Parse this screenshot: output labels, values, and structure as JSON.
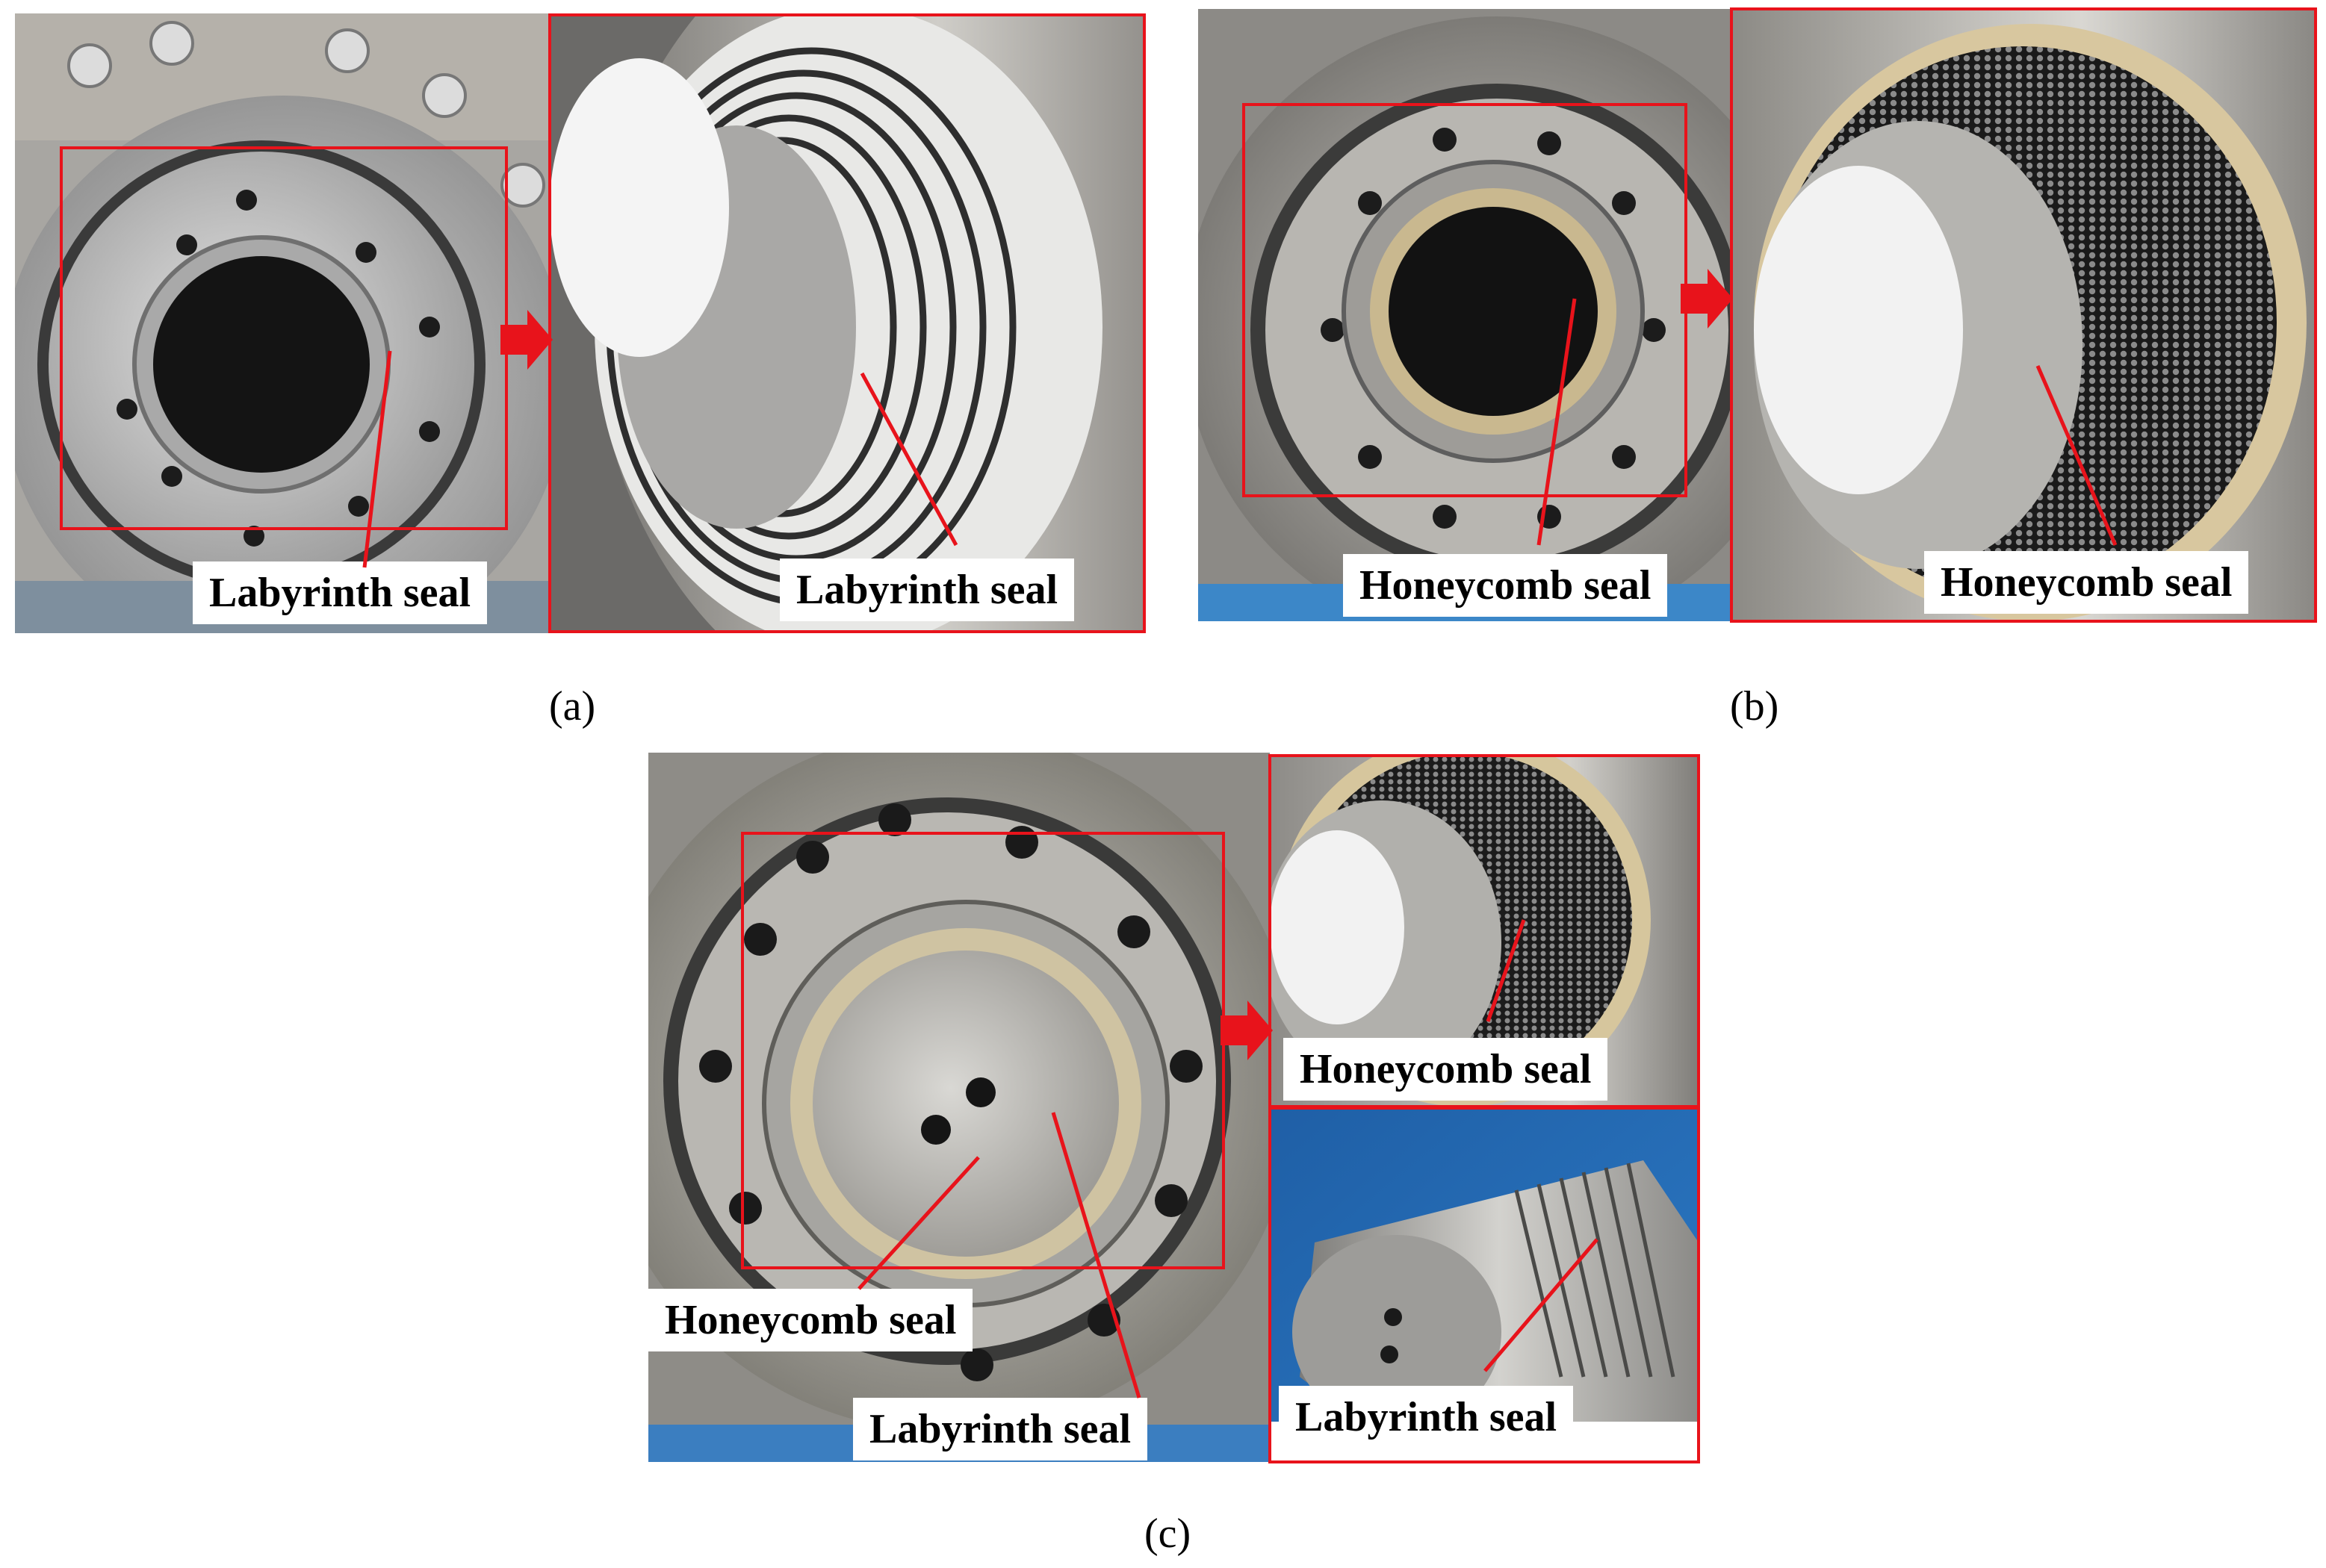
{
  "panels": {
    "a": {
      "caption": "(a)",
      "overview_label": "Labyrinth seal",
      "detail_label": "Labyrinth seal"
    },
    "b": {
      "caption": "(b)",
      "overview_label": "Honeycomb seal",
      "detail_label": "Honeycomb seal"
    },
    "c": {
      "caption": "(c)",
      "overview_label_honeycomb": "Honeycomb seal",
      "overview_label_labyrinth": "Labyrinth seal",
      "detail_top_label": "Honeycomb seal",
      "detail_bottom_label": "Labyrinth seal"
    }
  },
  "colors": {
    "annotation_red": "#e8131b",
    "metal_light": "#c9c9c9",
    "metal_dark": "#5a5a5a",
    "background_blue": "#1e6fbf"
  },
  "icons": [
    "arrow-right-icon"
  ]
}
